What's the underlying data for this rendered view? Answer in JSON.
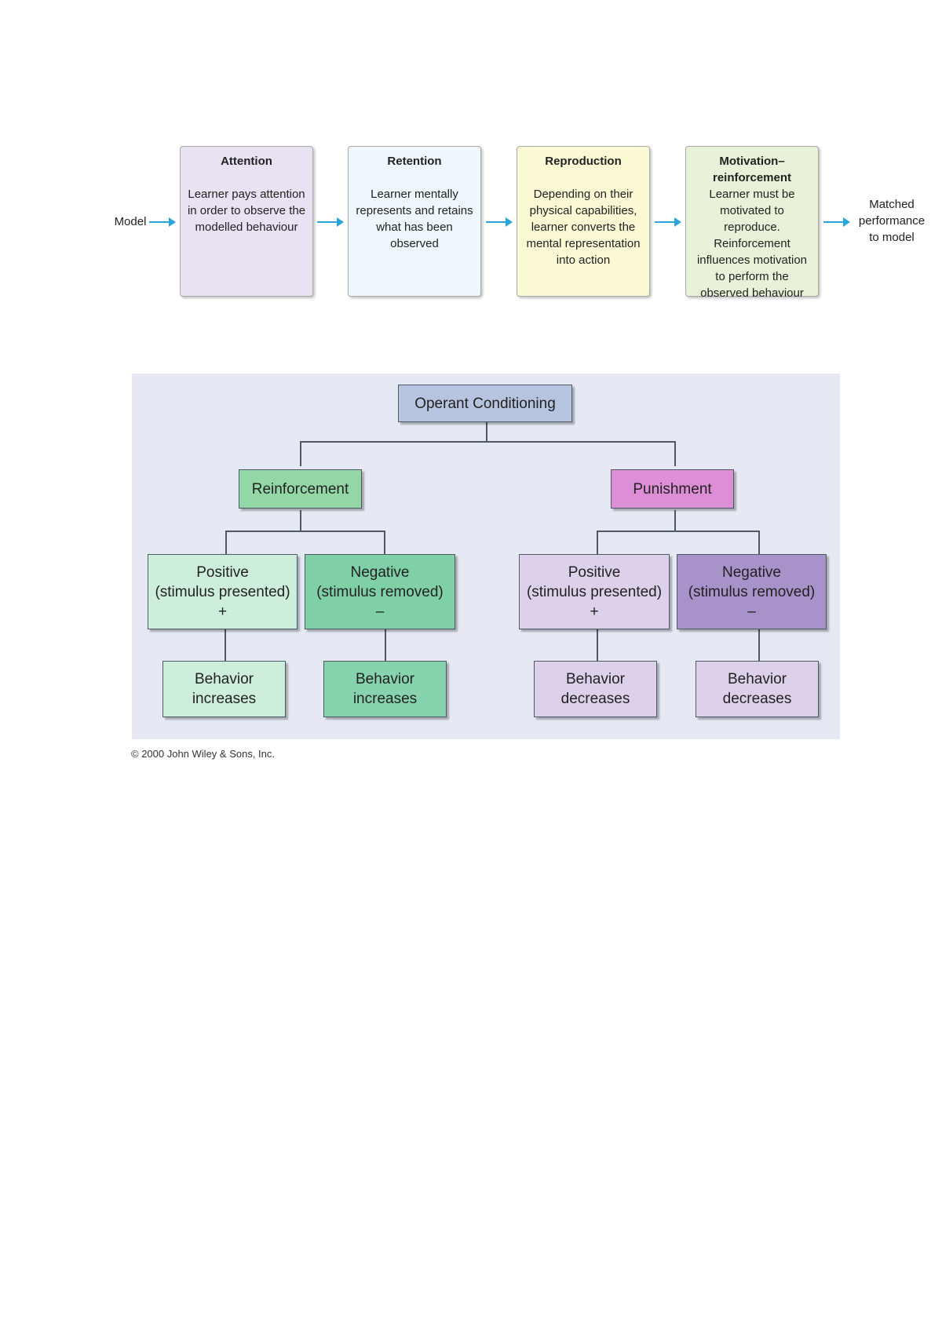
{
  "flow": {
    "start_label": "Model",
    "end_label": [
      "Matched",
      "performance",
      "to model"
    ],
    "stages": [
      {
        "title": [
          "Attention"
        ],
        "description": [
          "Learner pays attention",
          "in order to observe the",
          "modelled behaviour"
        ],
        "fill": "#e8e2f2"
      },
      {
        "title": [
          "Retention"
        ],
        "description": [
          "Learner mentally",
          "represents and retains",
          "what has been",
          "observed"
        ],
        "fill": "#eef7fb"
      },
      {
        "title": [
          "Reproduction"
        ],
        "description": [
          "Depending on their",
          "physical capabilities,",
          "learner converts the",
          "mental representation",
          "into action"
        ],
        "fill": "#fbf8d4"
      },
      {
        "title": [
          "Motivation–",
          "reinforcement"
        ],
        "description": [
          "Learner must be",
          "motivated to reproduce.",
          "Reinforcement",
          "influences motivation",
          "to perform the",
          "observed behaviour"
        ],
        "fill": "#e7f2d8"
      }
    ],
    "arrow_color": "#2aa5dc"
  },
  "tree": {
    "root": "Operant Conditioning",
    "branches": {
      "reinforcement": {
        "label": "Reinforcement",
        "positive": [
          "Positive",
          "(stimulus presented)",
          "+"
        ],
        "negative": [
          "Negative",
          "(stimulus removed)",
          "–"
        ],
        "outcome_positive": [
          "Behavior",
          "increases"
        ],
        "outcome_negative": [
          "Behavior",
          "increases"
        ]
      },
      "punishment": {
        "label": "Punishment",
        "positive": [
          "Positive",
          "(stimulus presented)",
          "+"
        ],
        "negative": [
          "Negative",
          "(stimulus removed)",
          "–"
        ],
        "outcome_positive": [
          "Behavior",
          "decreases"
        ],
        "outcome_negative": [
          "Behavior",
          "decreases"
        ]
      }
    },
    "colors": {
      "panel": "#e6e9f3",
      "root": "#b7c4df",
      "reinforcement": "#93d7a6",
      "reinforcement_positive": "#cdeedb",
      "reinforcement_negative": "#7fcfa7",
      "reinforcement_outcome_positive": "#cdeedb",
      "reinforcement_outcome_negative": "#86d3ae",
      "punishment": "#dc8ed6",
      "punishment_positive": "#ddd0ea",
      "punishment_negative": "#a793ca",
      "punishment_outcome": "#ddd0ea",
      "line": "#4d5a66"
    }
  },
  "copyright": "© 2000 John Wiley & Sons, Inc."
}
